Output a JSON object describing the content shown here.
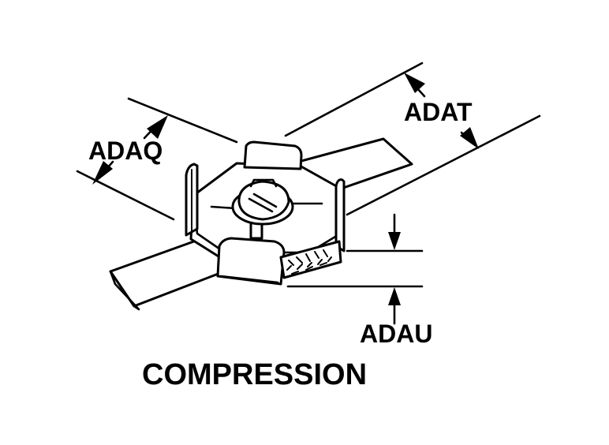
{
  "labels": {
    "adaq": "ADAQ",
    "adat": "ADAT",
    "adau": "ADAU",
    "caption": "COMPRESSION"
  },
  "colors": {
    "ink": "#000000",
    "background": "#ffffff"
  }
}
